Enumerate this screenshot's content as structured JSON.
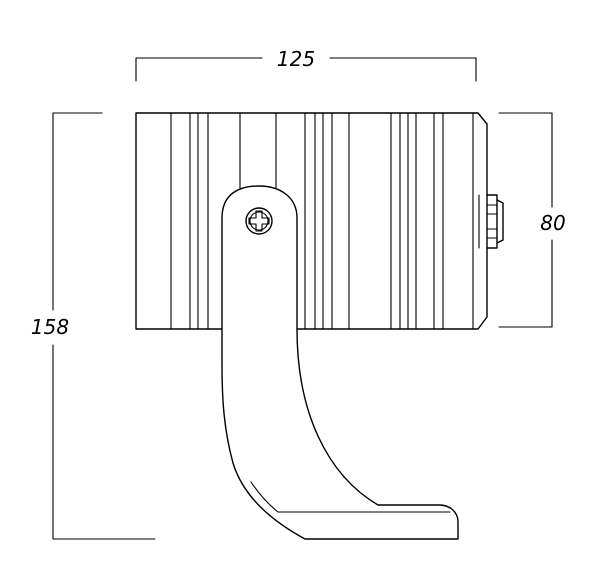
{
  "dimensions": {
    "width_label": "125",
    "height_body_label": "80",
    "height_total_label": "158"
  },
  "colors": {
    "line": "#000000",
    "background": "#ffffff"
  }
}
